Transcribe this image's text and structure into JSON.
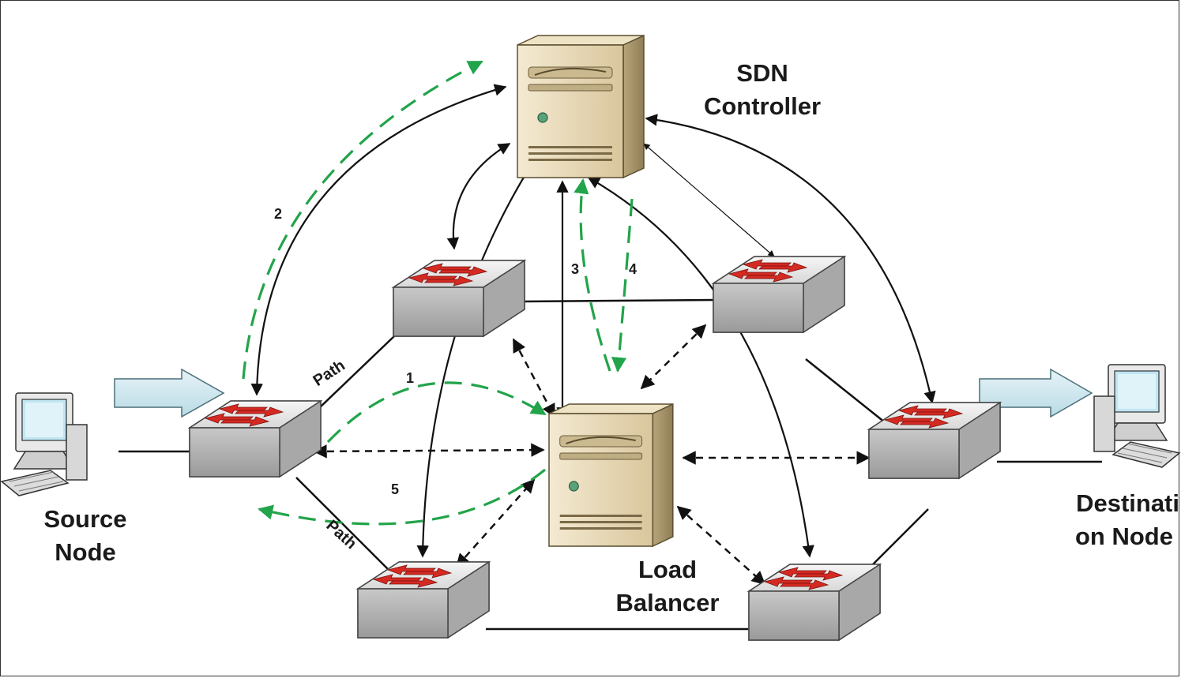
{
  "labels": {
    "sdn_controller_line1": "SDN",
    "sdn_controller_line2": "Controller",
    "load_balancer_line1": "Load",
    "load_balancer_line2": "Balancer",
    "source_line1": "Source",
    "source_line2": "Node",
    "dest_line1": "Destinati",
    "dest_line2": "on Node",
    "path_upper": "Path",
    "path_lower": "Path",
    "step1": "1",
    "step2": "2",
    "step3": "3",
    "step4": "4",
    "step5": "5"
  },
  "colors": {
    "control_arrow": "#111111",
    "flow_arrow": "#22a44a",
    "switch_arrow": "#d42a22",
    "server_body": "#e8d8b4",
    "traffic_arrow": "#cfe8f0"
  },
  "icons": [
    "server-icon",
    "switch-icon",
    "computer-icon",
    "traffic-arrow-icon"
  ]
}
